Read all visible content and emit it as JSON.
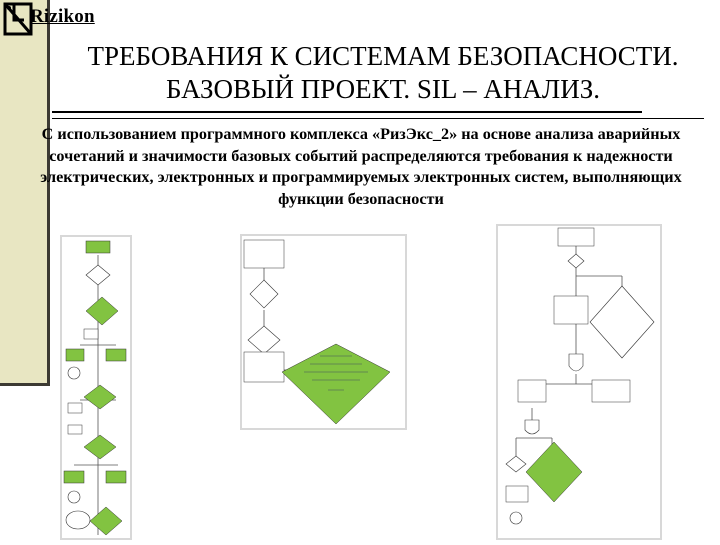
{
  "logo": {
    "text": "Rizikon"
  },
  "title": {
    "line1": "ТРЕБОВАНИЯ К СИСТЕМАМ БЕЗОПАСНОСТИ.",
    "line2": "БАЗОВЫЙ ПРОЕКТ. SIL – АНАЛИЗ."
  },
  "body": {
    "text": "С использованием программного комплекса «РизЭкс_2» на основе анализа аварийных сочетаний и значимости базовых событий распределяются требования к надежности электрических, электронных и программируемых электронных систем, выполняющих функции безопасности"
  },
  "colors": {
    "sidebar": "#e8e6c2",
    "node_green": "#82c341",
    "panel_bg": "#d8d8d8",
    "panel_inner": "#ffffff"
  },
  "diagrams": {
    "fault_tree_left": {
      "icon": "fault-tree-diagram"
    },
    "fault_tree_middle": {
      "icon": "fault-tree-diagram"
    },
    "fault_tree_right": {
      "icon": "fault-tree-diagram"
    }
  }
}
